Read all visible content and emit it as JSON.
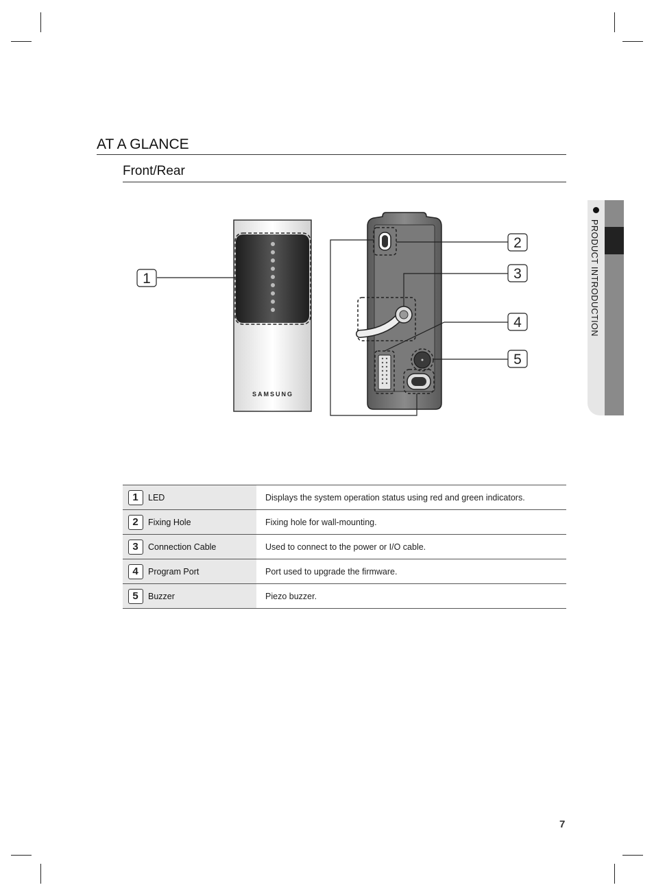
{
  "page": {
    "section_title": "AT A GLANCE",
    "subsection_title": "Front/Rear",
    "side_tab_label": "PRODUCT INTRODUCTION",
    "page_number": "7"
  },
  "diagram": {
    "brand_label": "SAMSUNG",
    "callouts": [
      "1",
      "2",
      "3",
      "4",
      "5"
    ]
  },
  "table": {
    "rows": [
      {
        "num": "1",
        "name": "LED",
        "desc": "Displays the system operation status using red and green indicators."
      },
      {
        "num": "2",
        "name": "Fixing Hole",
        "desc": "Fixing hole for wall-mounting."
      },
      {
        "num": "3",
        "name": "Connection Cable",
        "desc": "Used to connect to the power or I/O cable."
      },
      {
        "num": "4",
        "name": "Program Port",
        "desc": "Port used to upgrade the firmware."
      },
      {
        "num": "5",
        "name": "Buzzer",
        "desc": "Piezo buzzer."
      }
    ]
  }
}
